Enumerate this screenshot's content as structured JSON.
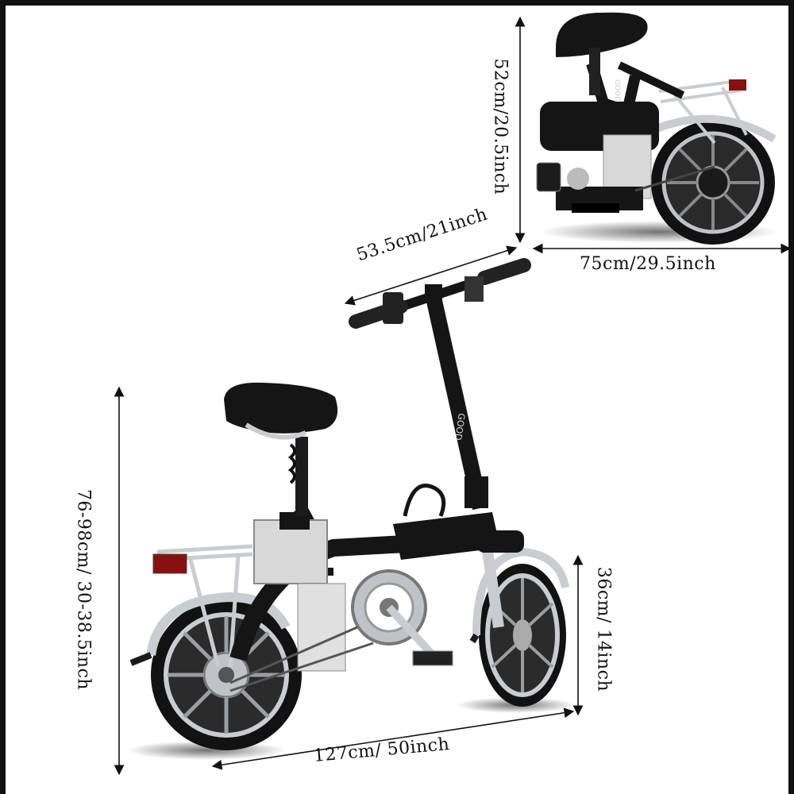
{
  "product": {
    "brand_text": "GOOD",
    "dimensions": {
      "folded_height": "52cm/20.5inch",
      "folded_length": "75cm/29.5inch",
      "handlebar_width": "53.5cm/21inch",
      "total_height": "76-98cm/ 30-38.5inch",
      "wheel_height": "36cm/ 14inch",
      "total_length": "127cm/ 50inch"
    }
  },
  "colors": {
    "frame": "#151515",
    "chrome": "#c9ccd0",
    "battery": "#d8d8d8",
    "background": "#ffffff"
  }
}
